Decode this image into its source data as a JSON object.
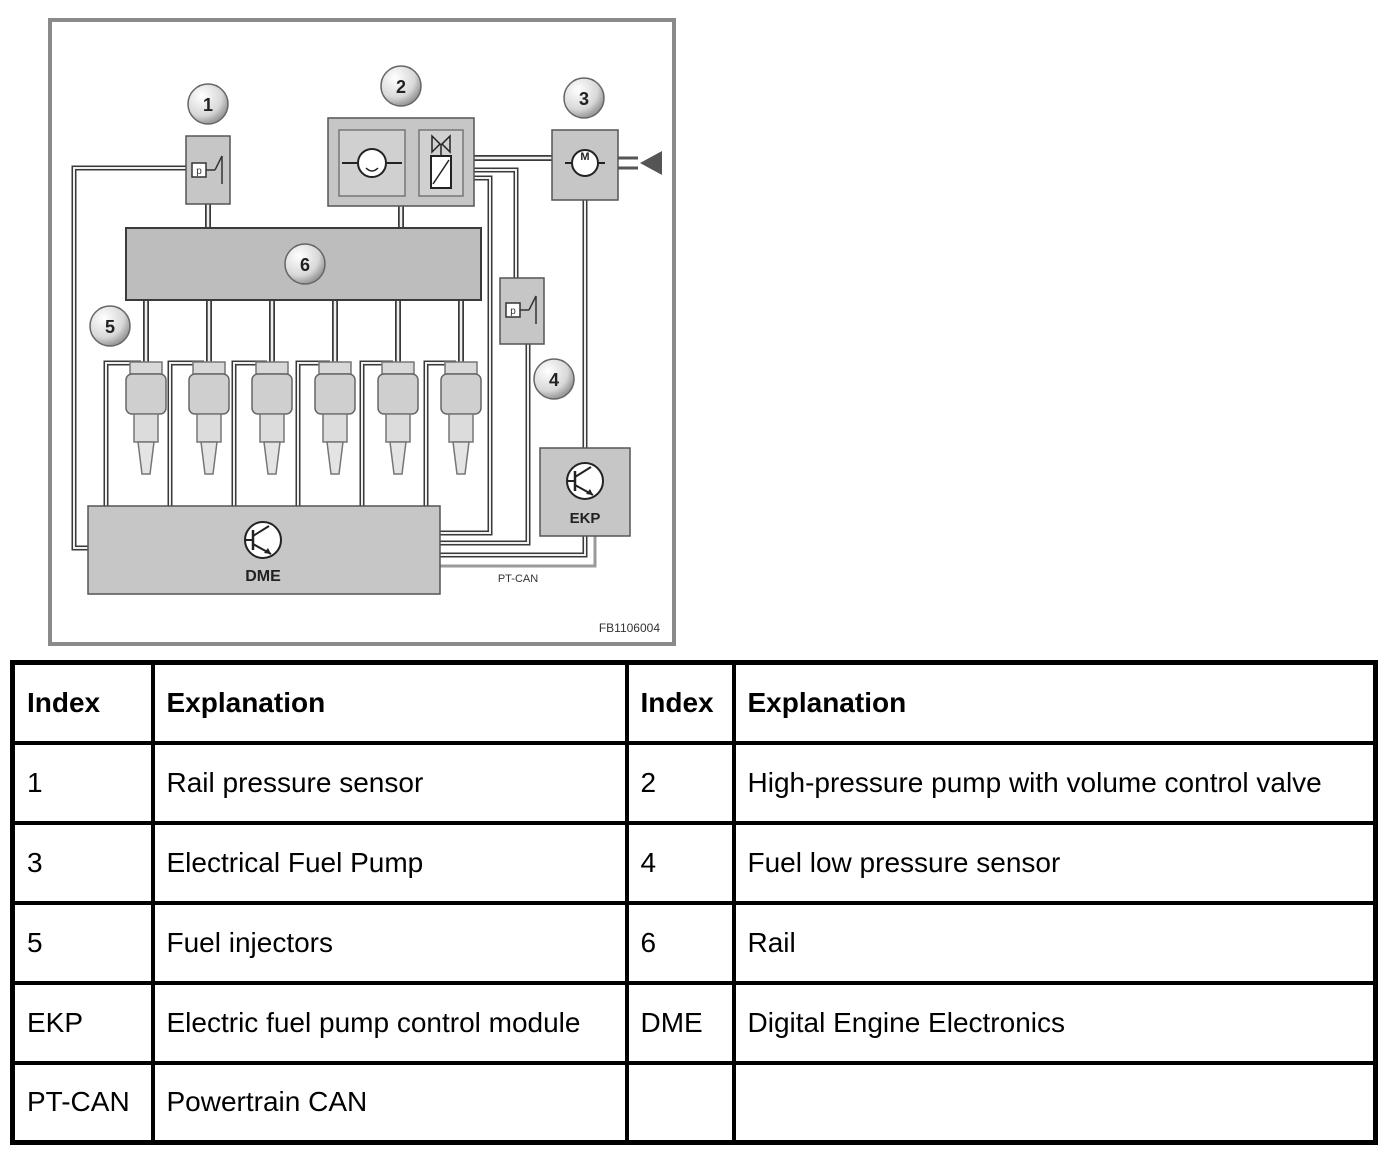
{
  "diagram": {
    "callouts": [
      "1",
      "2",
      "3",
      "4",
      "5",
      "6"
    ],
    "ekp_label": "EKP",
    "dme_label": "DME",
    "bus_label": "PT-CAN",
    "figure_id": "FB1106004"
  },
  "table": {
    "headers": [
      "Index",
      "Explanation",
      "Index",
      "Explanation"
    ],
    "rows": [
      [
        "1",
        "Rail pressure sensor",
        "2",
        "High-pressure pump with volume control valve"
      ],
      [
        "3",
        "Electrical Fuel Pump",
        "4",
        "Fuel low pressure sensor"
      ],
      [
        "5",
        "Fuel injectors",
        "6",
        "Rail"
      ],
      [
        "EKP",
        "Electric fuel pump control module",
        "DME",
        "Digital Engine Electronics"
      ],
      [
        "PT-CAN",
        "Powertrain CAN",
        "",
        ""
      ]
    ]
  }
}
